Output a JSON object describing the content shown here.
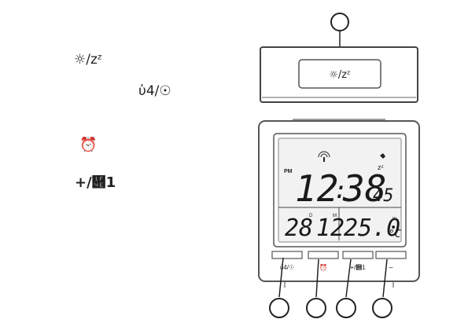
{
  "legend": {
    "light_snooze": "☼/zᶻ",
    "alarm_mode": "ὑ4/☉",
    "alarm": "⏰",
    "plus_rcc": "+/὎1"
  },
  "display": {
    "pm": "PM",
    "hours": "12",
    "colon": ":",
    "minutes": "38",
    "seconds": "45",
    "zz": "zᶻ",
    "date_day": "28",
    "date_day_sup": "D",
    "date_month": "12",
    "date_month_sup": "M",
    "temperature": "25.0",
    "temp_unit": "°C",
    "temp_sub": "IN"
  },
  "top_button": {
    "label": "☼/zᶻ"
  },
  "buttons": [
    {
      "label": "ὑ4/☉"
    },
    {
      "label": "⏰"
    },
    {
      "label": "+/὎1"
    },
    {
      "label": "–"
    }
  ],
  "colors": {
    "line": "#333333",
    "light": "#888888"
  }
}
